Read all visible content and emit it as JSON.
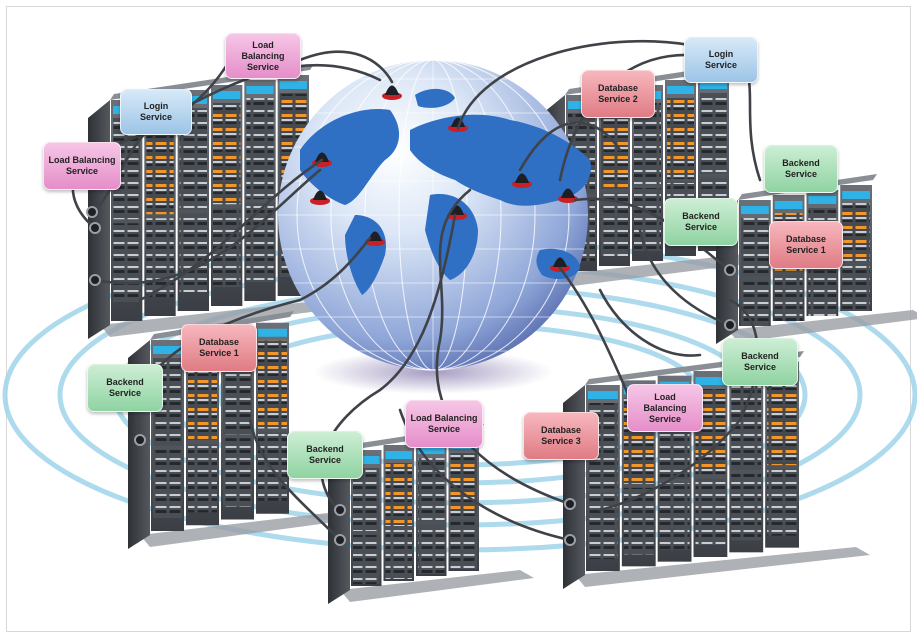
{
  "labels": {
    "lb1": "Load Balancing\nService",
    "login1": "Login\nService",
    "lb2": "Load Balancing\nService",
    "db2": "Database\nService 2",
    "login2": "Login\nService",
    "be1": "Backend\nService",
    "be2": "Backend\nService",
    "db1b": "Database\nService 1",
    "db1": "Database\nService 1",
    "be3": "Backend\nService",
    "be4": "Backend\nService",
    "lb3": "Load Balancing\nService",
    "db3": "Database\nService 3",
    "lb4": "Load Balancing\nService",
    "be5": "Backend\nService"
  },
  "colors": {
    "load_balancing": "#e58ec9",
    "login": "#9cc4e6",
    "database": "#e07b84",
    "backend": "#8fd3a2",
    "globe": "#2f6fc4",
    "rings": "#9fd3ea",
    "rack_accent": "#f0962a"
  }
}
